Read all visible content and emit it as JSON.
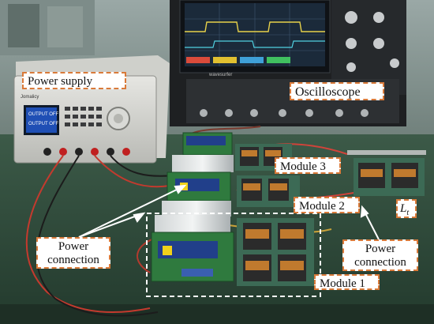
{
  "labels": {
    "power_supply": "Power supply",
    "oscilloscope": "Oscilloscope",
    "module3": "Module 3",
    "module2": "Module 2",
    "module1": "Module 1",
    "lt_main": "L",
    "lt_sub": "t",
    "power_connection_left": "Power connection",
    "power_connection_right": "Power connection"
  },
  "colors": {
    "label_border": "#d97a3a",
    "arrow": "#ffffff",
    "module1_box": "#ffffff",
    "bench": "#2f4a3a",
    "wall": "#8fa0a0"
  }
}
